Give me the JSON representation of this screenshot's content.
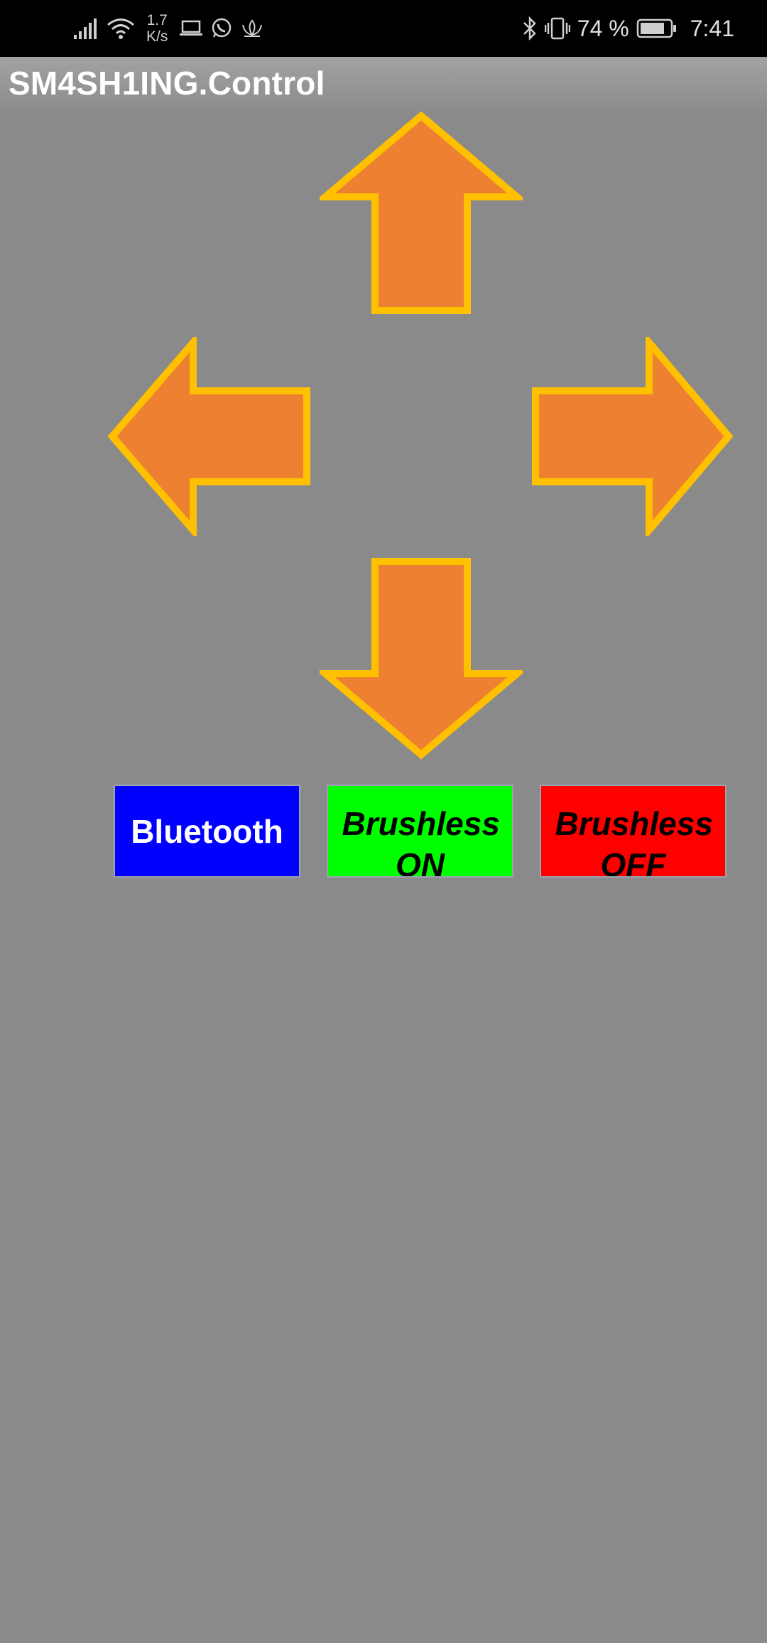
{
  "status_bar": {
    "net_speed_value": "1.7",
    "net_speed_unit": "K/s",
    "battery": "74 %",
    "time": "7:41",
    "icons": [
      "signal-icon",
      "wifi-icon",
      "laptop-icon",
      "whatsapp-icon",
      "lotus-icon",
      "bluetooth-icon",
      "vibrate-icon",
      "battery-icon"
    ]
  },
  "app_bar": {
    "title": "SM4SH1ING.Control"
  },
  "controls": {
    "arrows": [
      "arrow-up",
      "arrow-left",
      "arrow-right",
      "arrow-down"
    ],
    "arrow_fill": "#ed8031",
    "arrow_stroke": "#ffc000",
    "buttons": {
      "bluetooth": {
        "label": "Bluetooth",
        "color": "#0000ff"
      },
      "brushless_on": {
        "label": "Brushless ON",
        "color": "#00ff00"
      },
      "brushless_off": {
        "label": "Brushless OFF",
        "color": "#ff0000"
      }
    }
  },
  "colors": {
    "background": "#8a8a8a",
    "status_bar": "#000000"
  }
}
